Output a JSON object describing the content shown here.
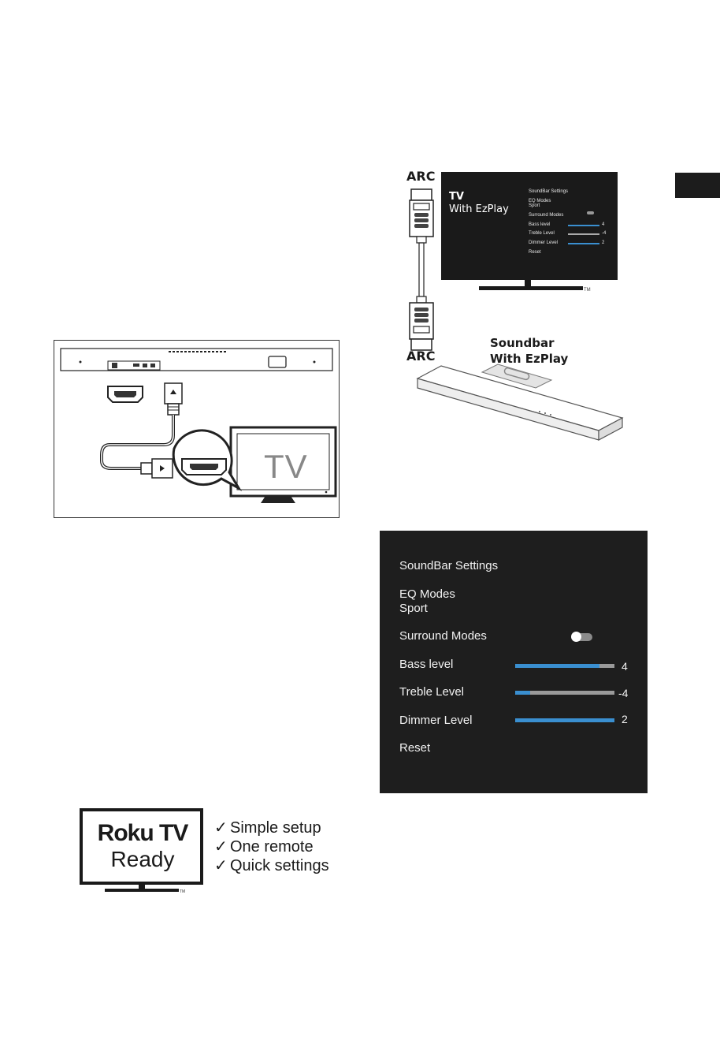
{
  "figure_left": {
    "tv_label": "TV"
  },
  "arc_diagram": {
    "arc_top": "ARC",
    "arc_bottom": "ARC",
    "tv_title": "TV",
    "tv_subtitle": "With EzPlay",
    "soundbar_title": "Soundbar",
    "soundbar_subtitle": "With EzPlay",
    "tm": "TM",
    "mini_menu": {
      "title": "SoundBar Settings",
      "eq_label": "EQ Modes",
      "eq_value": "Sport",
      "surround": "Surround Modes",
      "bass": "Bass level",
      "bass_val": "4",
      "treble": "Treble Level",
      "treble_val": "-4",
      "dimmer": "Dimmer Level",
      "dimmer_val": "2",
      "reset": "Reset"
    }
  },
  "settings_panel": {
    "title": "SoundBar Settings",
    "eq_label": "EQ Modes",
    "eq_value": "Sport",
    "surround_label": "Surround Modes",
    "surround_on": false,
    "bass_label": "Bass level",
    "bass_value": "4",
    "bass_fill_fraction": 0.85,
    "treble_label": "Treble Level",
    "treble_value": "-4",
    "treble_fill_fraction": 0.15,
    "dimmer_label": "Dimmer Level",
    "dimmer_value": "2",
    "dimmer_fill_fraction": 1.0,
    "reset_label": "Reset",
    "fill_color": "#3a8fd0",
    "track_color": "#9a9a9a"
  },
  "roku": {
    "brand": "Roku TV",
    "ready": "Ready",
    "tm": "TM",
    "features": [
      "Simple setup",
      "One remote",
      "Quick settings"
    ],
    "check": "✓"
  }
}
